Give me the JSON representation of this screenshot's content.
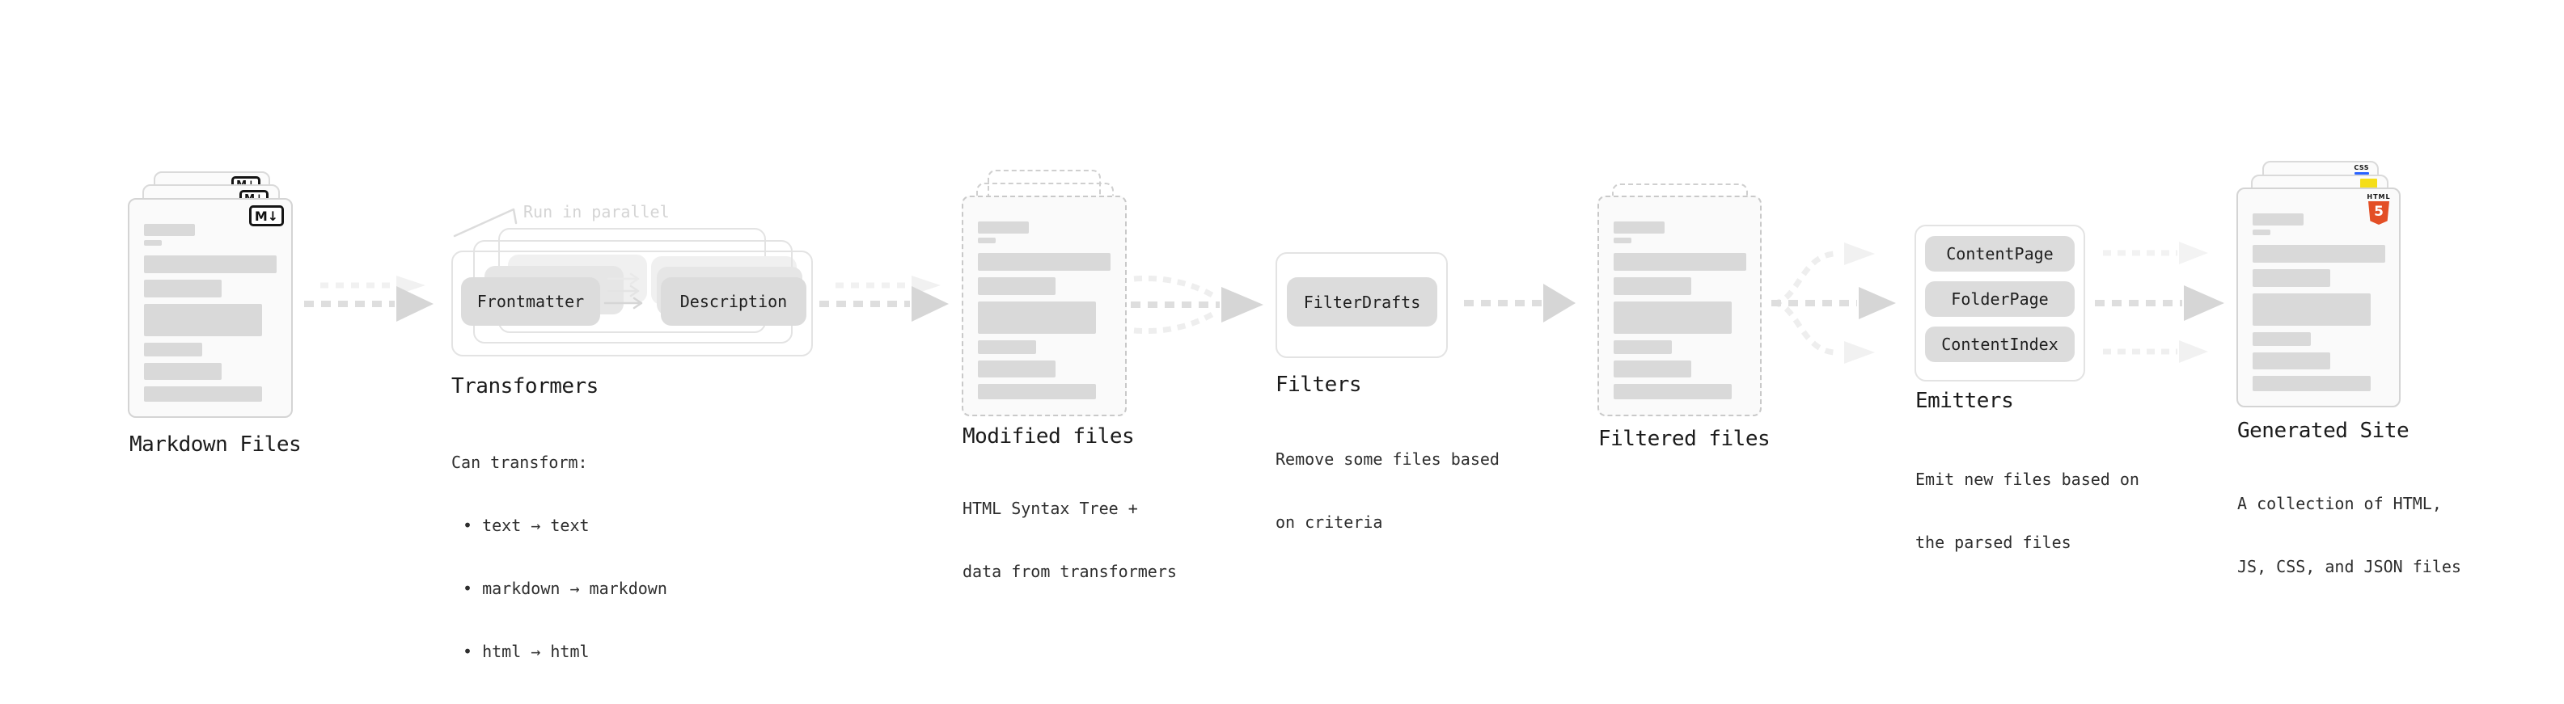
{
  "diagram": {
    "annotation": {
      "run_in_parallel": "Run in parallel"
    },
    "stages": {
      "markdown_files": {
        "label": "Markdown Files",
        "badge": "M↓"
      },
      "transformers": {
        "label": "Transformers",
        "pill_left": "Frontmatter",
        "pill_right": "Description",
        "desc": [
          "Can transform:",
          "• text → text",
          "• markdown → markdown",
          "• html → html"
        ]
      },
      "modified_files": {
        "label": "Modified files",
        "desc": [
          "HTML Syntax Tree +",
          "data from transformers"
        ]
      },
      "filters": {
        "label": "Filters",
        "pill": "FilterDrafts",
        "desc": [
          "Remove some files based",
          "on criteria"
        ]
      },
      "filtered_files": {
        "label": "Filtered files"
      },
      "emitters": {
        "label": "Emitters",
        "pills": [
          "ContentPage",
          "FolderPage",
          "ContentIndex"
        ],
        "desc": [
          "Emit new files based on",
          "the parsed files"
        ]
      },
      "generated_site": {
        "label": "Generated Site",
        "badges": {
          "css": "CSS",
          "html_label": "HTML",
          "html_number": "5"
        },
        "desc": [
          "A collection of HTML,",
          "JS, CSS, and JSON files"
        ]
      }
    },
    "colors": {
      "html5_orange": "#e34f26",
      "js_yellow": "#f5de19",
      "css_blue": "#2962ff",
      "bar_gray": "#d9d9d9",
      "arrow_gray": "#d9d9d9",
      "annotation_gray": "#d4d4d4"
    }
  }
}
